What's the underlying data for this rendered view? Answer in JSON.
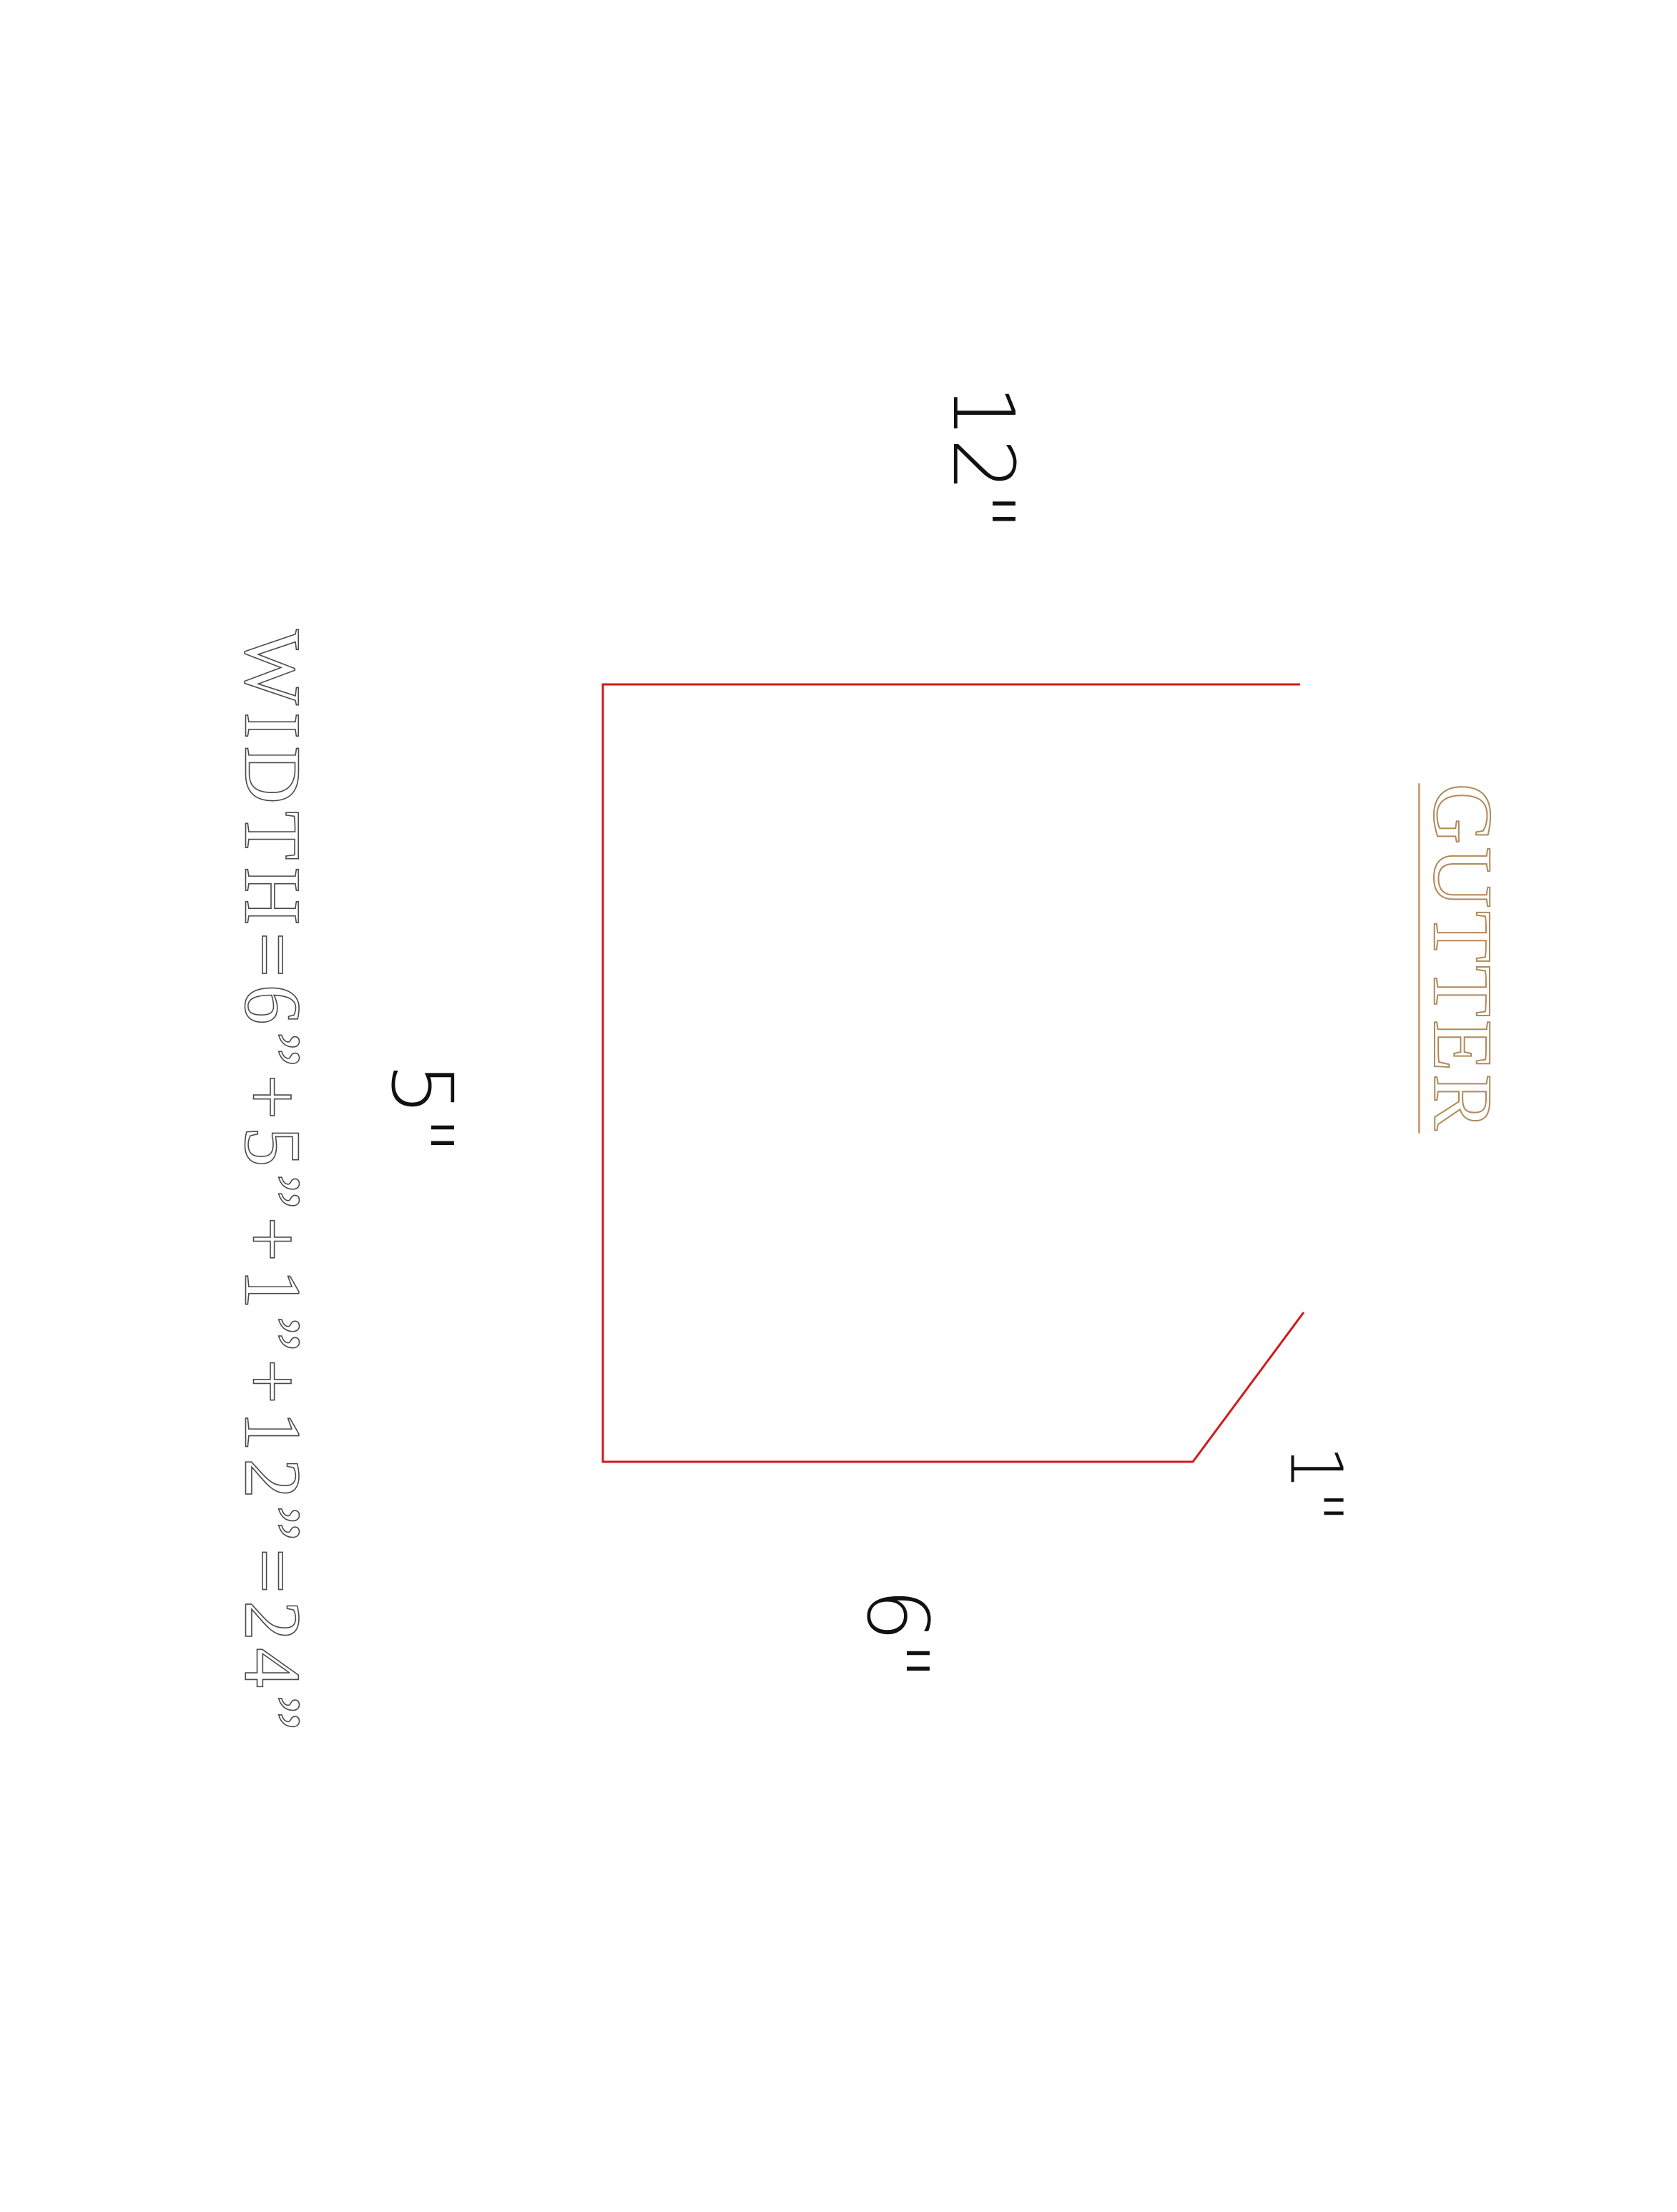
{
  "diagram": {
    "title": "GUTTER",
    "formula": "WIDTH=6”+5”+1”+12”=24”",
    "dimensions": {
      "top": "12\"",
      "side": "5\"",
      "lip": "1\"",
      "bottom": "6\""
    },
    "colors": {
      "profile_line": "#d21a1a",
      "title": "#b08a5a",
      "formula": "#4a4a4a",
      "dimension_text": "#111111"
    }
  }
}
